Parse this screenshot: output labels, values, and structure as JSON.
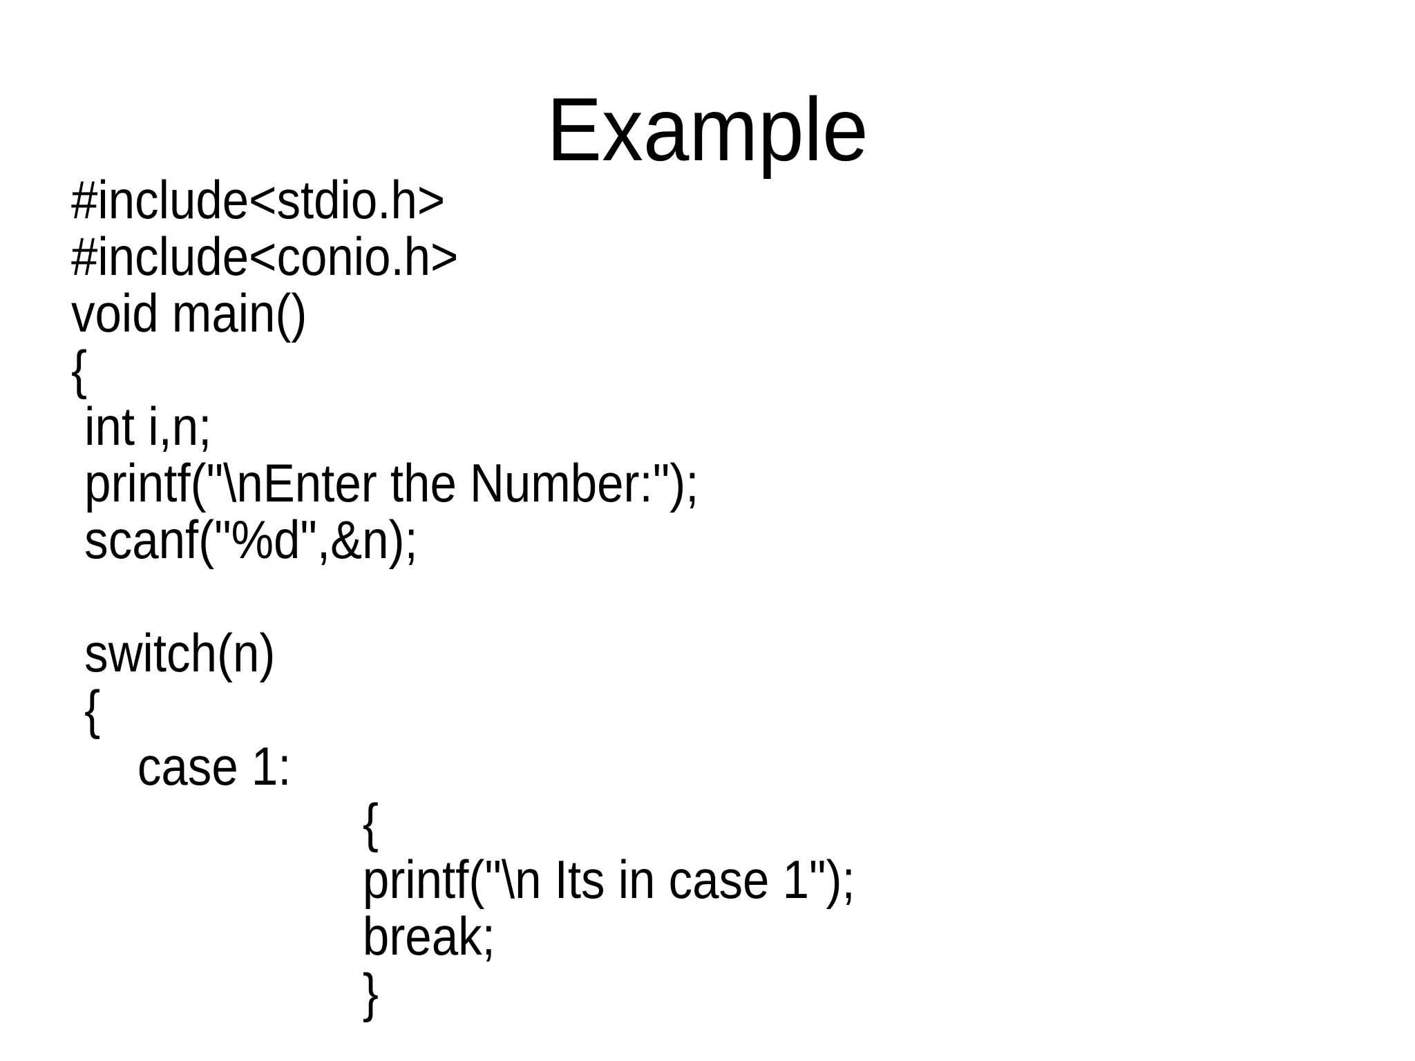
{
  "slide": {
    "title": "Example",
    "code_lines": [
      "#include<stdio.h>",
      "#include<conio.h>",
      "void main()",
      "{",
      " int i,n;",
      " printf(\"\\nEnter the Number:\");",
      " scanf(\"%d\",&n);",
      "",
      " switch(n)",
      " {",
      "     case 1:",
      "                      {",
      "                      printf(\"\\n Its in case 1\");",
      "                      break;",
      "                      }"
    ]
  }
}
